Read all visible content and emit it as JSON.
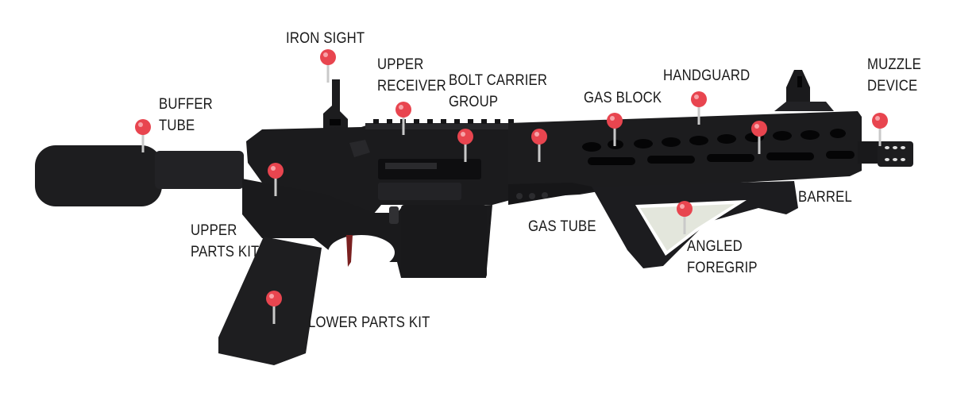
{
  "colors": {
    "background": "#ffffff",
    "rifle_body": "#1b1b1d",
    "rifle_edge": "#2e2e31",
    "slot": "#050506",
    "pin_head": "#e8454f",
    "pin_highlight": "#f7a3a8",
    "pin_needle": "#c9c9c9",
    "label_text": "#1a1a1a"
  },
  "labels": {
    "iron_sight": "IRON SIGHT",
    "buffer_tube": "BUFFER\nTUBE",
    "upper_receiver": "UPPER\nRECEIVER",
    "bolt_carrier_group": "BOLT CARRIER\nGROUP",
    "gas_block": "GAS BLOCK",
    "handguard": "HANDGUARD",
    "muzzle_device": "MUZZLE\nDEVICE",
    "barrel": "BARREL",
    "gas_tube": "GAS TUBE",
    "upper_parts_kit": "UPPER\nPARTS KIT",
    "angled_foregrip": "ANGLED\nFOREGRIP",
    "lower_parts_kit": "LOWER PARTS KIT"
  },
  "pins": [
    "iron-sight-pin",
    "buffer-tube-pin",
    "upper-receiver-pin",
    "bolt-carrier-group-pin",
    "upper-parts-kit-pin",
    "gas-tube-pin",
    "gas-block-pin",
    "handguard-pin",
    "barrel-pin",
    "muzzle-device-pin",
    "angled-foregrip-pin",
    "lower-parts-kit-pin"
  ]
}
